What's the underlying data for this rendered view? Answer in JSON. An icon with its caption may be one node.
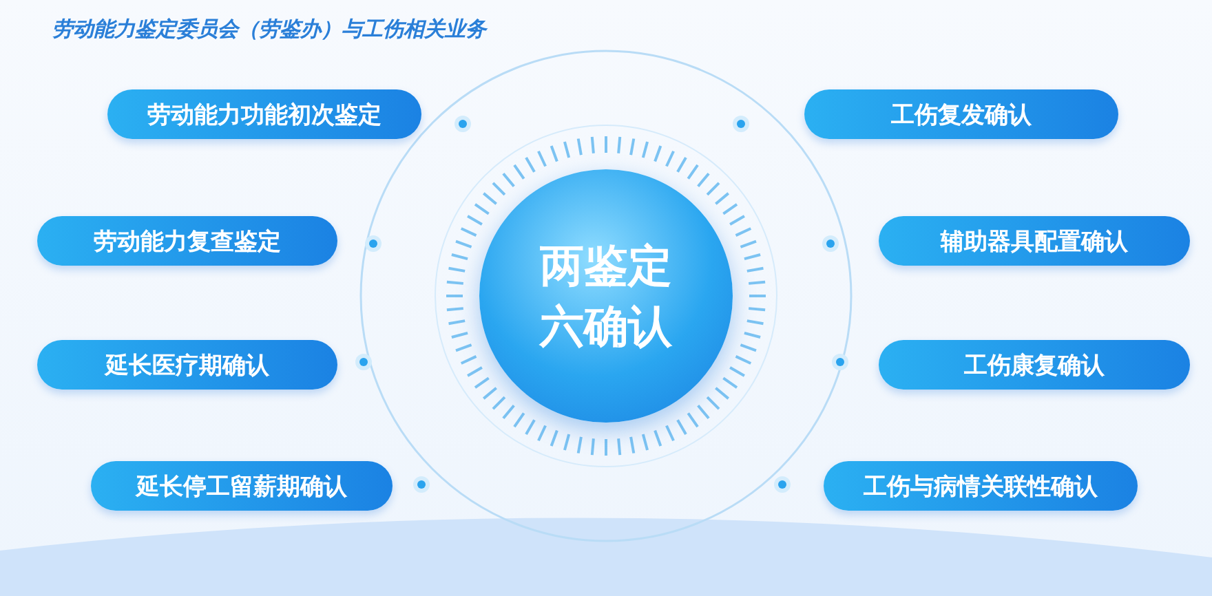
{
  "diagram": {
    "title": "劳动能力鉴定委员会（劳鉴办）与工伤相关业务",
    "nodes": [
      {
        "text": [
          "两鉴定六确认"
        ]
      },
      {
        "text": [
          "劳动能力功能初次鉴定"
        ]
      },
      {
        "text": [
          "劳动能力复查鉴定"
        ]
      },
      {
        "text": [
          "延长医疗期确认"
        ]
      },
      {
        "text": [
          "延长停工留薪期确认"
        ]
      },
      {
        "text": [
          "工伤复发确认"
        ]
      },
      {
        "text": [
          "辅助器具配置确认"
        ]
      },
      {
        "text": [
          "工伤康复确认"
        ]
      },
      {
        "text": [
          "工伤与病情关联性确认"
        ]
      }
    ]
  }
}
